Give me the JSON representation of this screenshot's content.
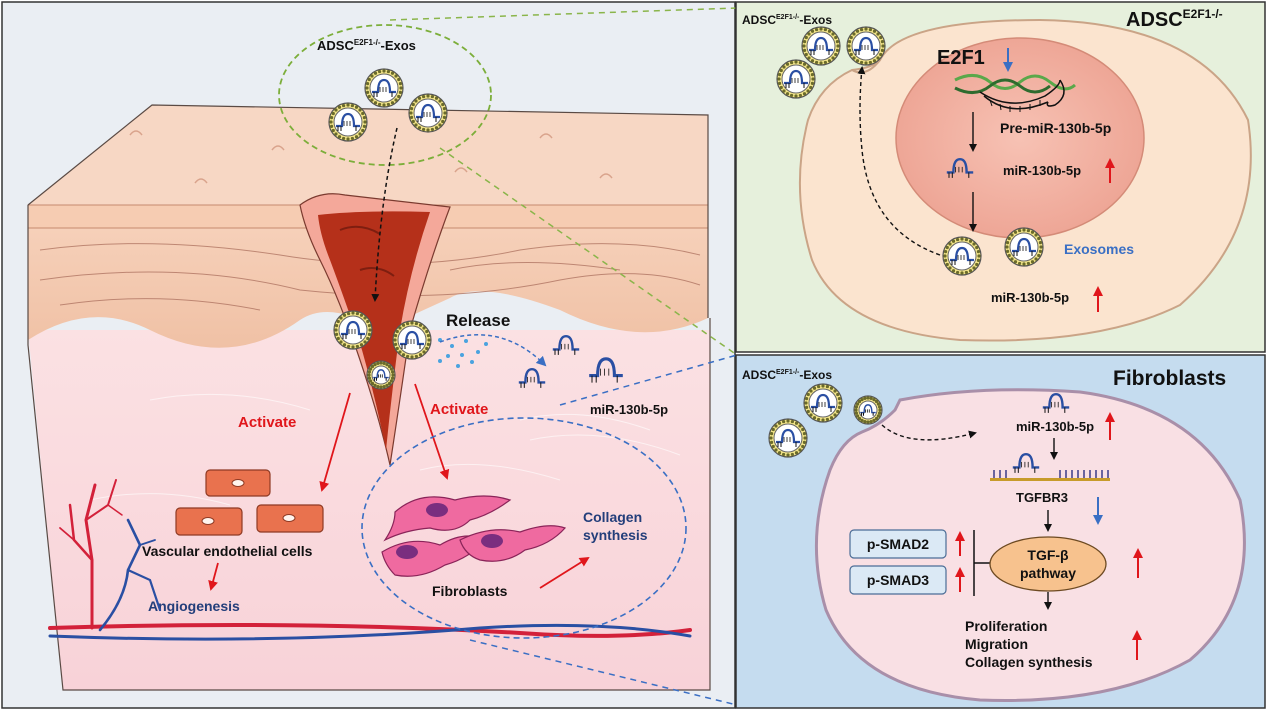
{
  "left_panel": {
    "exos_label": {
      "prefix": "ADSC",
      "sup": "E2F1-/-",
      "suffix": "-Exos"
    },
    "release": "Release",
    "mirna": "miR-130b-5p",
    "activate_left": "Activate",
    "activate_right": "Activate",
    "endothelial": "Vascular endothelial cells",
    "angiogenesis": "Angiogenesis",
    "fibroblasts": "Fibroblasts",
    "collagen_line1": "Collagen",
    "collagen_line2": "synthesis"
  },
  "top_right_panel": {
    "title": {
      "prefix": "ADSC",
      "sup": "E2F1-/-"
    },
    "exos_label": {
      "prefix": "ADSC",
      "sup": "E2F1-/-",
      "suffix": "-Exos"
    },
    "gene": "E2F1",
    "pre_mirna": "Pre-miR-130b-5p",
    "mirna": "miR-130b-5p",
    "exosomes": "Exosomes",
    "mirna_exo": "miR-130b-5p"
  },
  "bottom_right_panel": {
    "title": "Fibroblasts",
    "exos_label": {
      "prefix": "ADSC",
      "sup": "E2F1-/-",
      "suffix": "-Exos"
    },
    "mirna": "miR-130b-5p",
    "target": "TGFBR3",
    "psmad2": "p-SMAD2",
    "psmad3": "p-SMAD3",
    "pathway_line1": "TGF-β",
    "pathway_line2": "pathway",
    "outcome_1": "Proliferation",
    "outcome_2": "Migration",
    "outcome_3": "Collagen synthesis"
  },
  "colors": {
    "up_arrow": "#e0161b",
    "down_arrow": "#3a6fc4",
    "activate_text": "#e0161b",
    "blue_text": "#233e7a",
    "exosomes_text": "#3a6fc4",
    "top_panel_bg": "#e6f0dc",
    "bottom_panel_bg": "#c5dcef",
    "wound": "#b5301a",
    "skin_top": "#f5cdb3"
  },
  "icons": [
    "exosome-icon",
    "mirna-hairpin-icon",
    "up-arrow-icon",
    "down-arrow-icon",
    "blood-vessel-icon",
    "endothelial-cell-icon",
    "fibroblast-cell-icon"
  ]
}
